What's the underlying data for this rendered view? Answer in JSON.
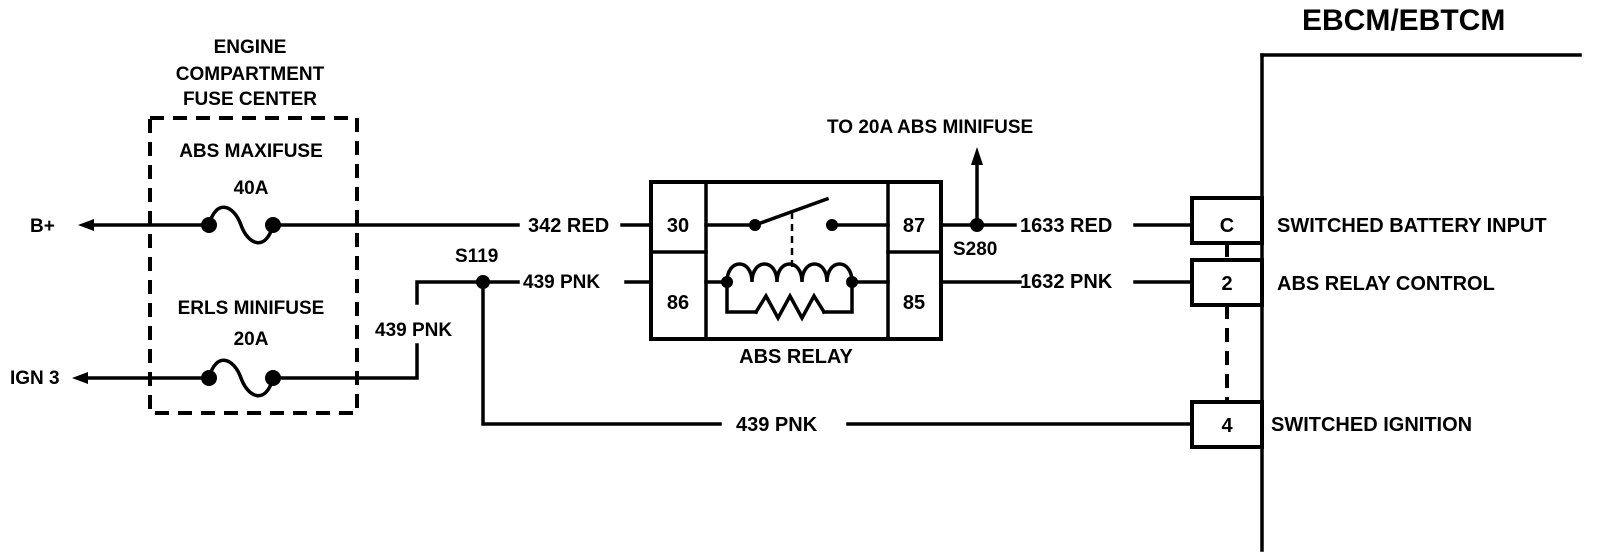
{
  "module": {
    "title": "EBCM/EBTCM"
  },
  "fuse_center": {
    "title_lines": [
      "ENGINE",
      "COMPARTMENT",
      "FUSE CENTER"
    ],
    "maxifuse_label": "ABS MAXIFUSE",
    "maxifuse_rating": "40A",
    "minifuse_label": "ERLS MINIFUSE",
    "minifuse_rating": "20A"
  },
  "sources": {
    "battery": "B+",
    "ignition": "IGN 3"
  },
  "wires": {
    "w342": "342 RED",
    "w439_top": "439 PNK",
    "w439_left": "439 PNK",
    "w439_bottom": "439 PNK",
    "w1633": "1633 RED",
    "w1632": "1632 PNK"
  },
  "splices": {
    "s119": "S119",
    "s280": "S280"
  },
  "relay": {
    "name": "ABS RELAY",
    "pins": [
      "30",
      "86",
      "87",
      "85"
    ],
    "to_minifuse": "TO 20A ABS MINIFUSE"
  },
  "connector": {
    "pins": [
      {
        "pin": "C",
        "function": "SWITCHED BATTERY INPUT"
      },
      {
        "pin": "2",
        "function": "ABS RELAY CONTROL"
      },
      {
        "pin": "4",
        "function": "SWITCHED IGNITION"
      }
    ]
  }
}
